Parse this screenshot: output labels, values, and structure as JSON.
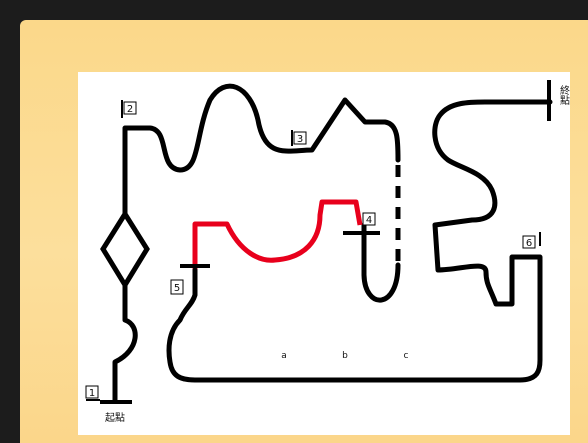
{
  "diagram": {
    "colors": {
      "frame": "#fcdb93",
      "sheet": "#ffffff",
      "line": "#000000",
      "highlight": "#e8001c"
    },
    "checkpoints": [
      "1",
      "2",
      "3",
      "4",
      "5",
      "6"
    ],
    "markers": [
      "a",
      "b",
      "c"
    ],
    "start_label": "起點",
    "end_label": "終點"
  }
}
